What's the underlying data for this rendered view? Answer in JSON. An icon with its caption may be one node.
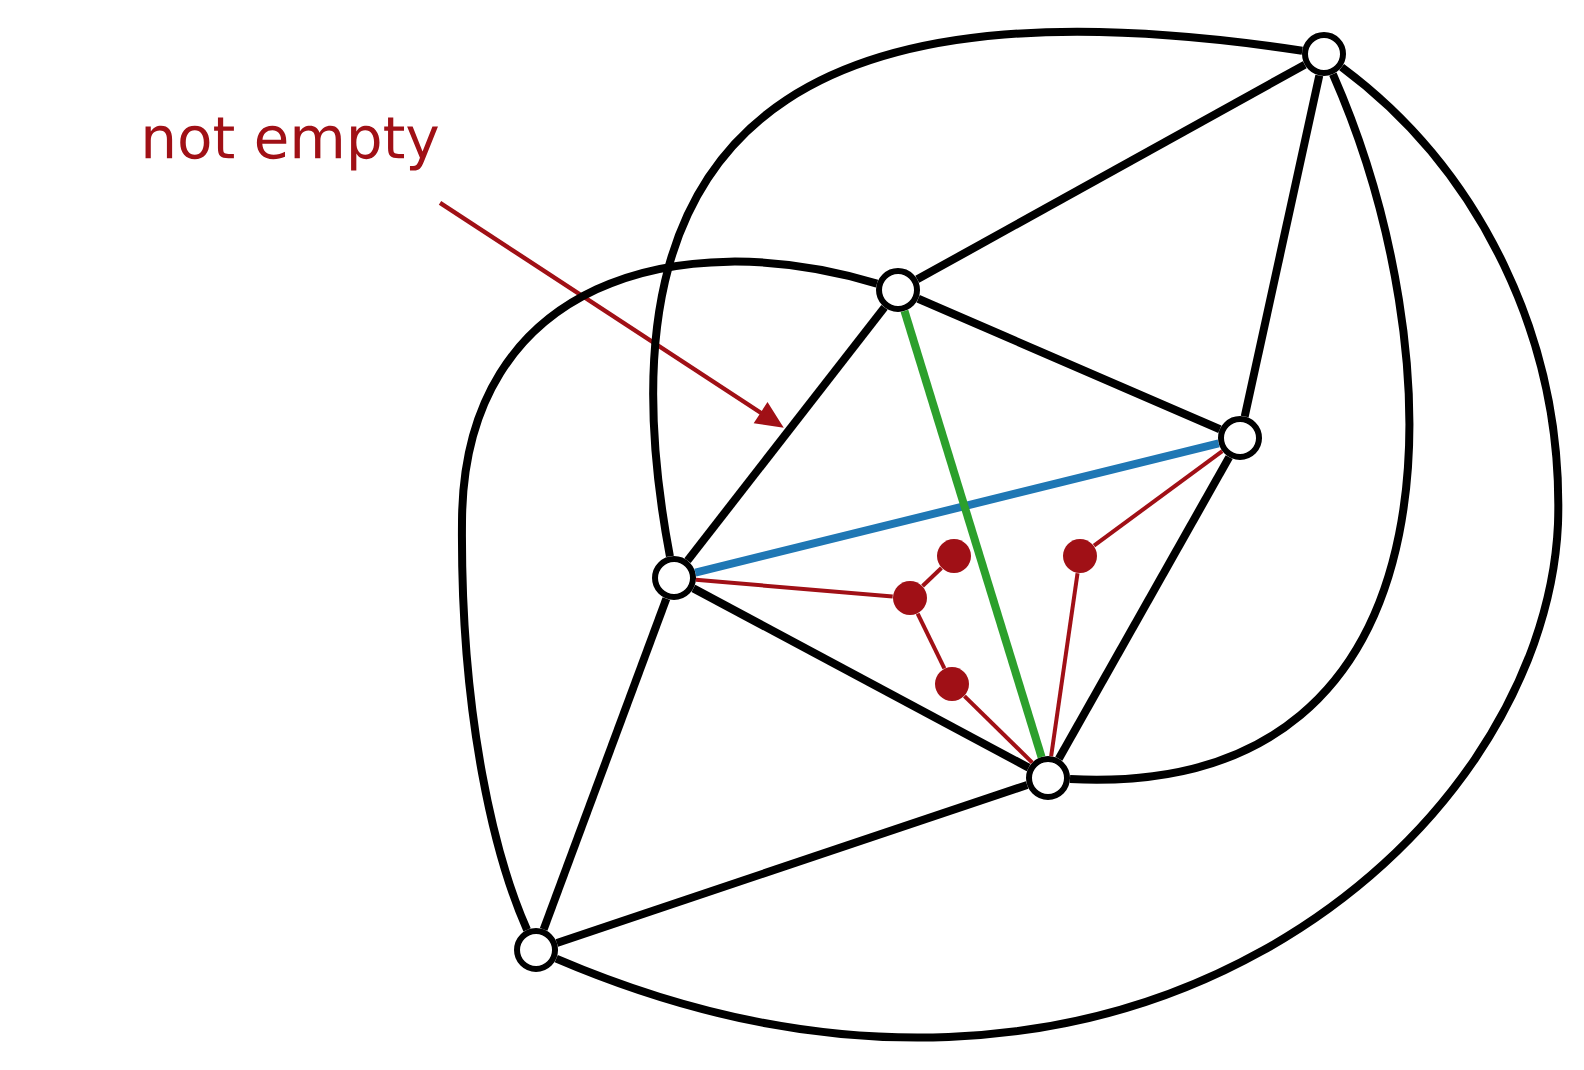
{
  "diagram": {
    "nodes": [
      {
        "text": [
          "not empty"
        ]
      },
      {
        "text": [],
        "shape": "circle"
      },
      {
        "text": [],
        "shape": "circle"
      },
      {
        "text": [],
        "shape": "circle"
      },
      {
        "text": [],
        "shape": "circle"
      },
      {
        "text": [],
        "shape": "circle"
      },
      {
        "text": [],
        "shape": "circle"
      },
      {
        "text": [],
        "shape": "dot"
      },
      {
        "text": [],
        "shape": "dot"
      },
      {
        "text": [],
        "shape": "dot"
      },
      {
        "text": [],
        "shape": "dot"
      }
    ],
    "edges": [
      {
        "from": 0,
        "to": null,
        "arrow": "to",
        "color": "#a01016"
      },
      {
        "from": 1,
        "to": 2,
        "arrow": "none"
      },
      {
        "from": 1,
        "to": 3,
        "arrow": "none"
      },
      {
        "from": 2,
        "to": 3,
        "arrow": "none"
      },
      {
        "from": 2,
        "to": 4,
        "arrow": "none"
      },
      {
        "from": 3,
        "to": 5,
        "arrow": "none"
      },
      {
        "from": 4,
        "to": 5,
        "arrow": "none"
      },
      {
        "from": 4,
        "to": 6,
        "arrow": "none"
      },
      {
        "from": 6,
        "to": 5,
        "arrow": "none"
      },
      {
        "from": 1,
        "to": 4,
        "arrow": "none"
      },
      {
        "from": 2,
        "to": 6,
        "arrow": "none"
      },
      {
        "from": 1,
        "to": 5,
        "arrow": "none"
      },
      {
        "from": 1,
        "to": 6,
        "arrow": "none"
      },
      {
        "from": 4,
        "to": 3,
        "arrow": "none",
        "color": "#1f77b4"
      },
      {
        "from": 2,
        "to": 5,
        "arrow": "none",
        "color": "#2ca02c"
      },
      {
        "from": 4,
        "to": 8,
        "arrow": "none",
        "color": "#a01016"
      },
      {
        "from": 8,
        "to": 7,
        "arrow": "none",
        "color": "#a01016"
      },
      {
        "from": 8,
        "to": 9,
        "arrow": "none",
        "color": "#a01016"
      },
      {
        "from": 9,
        "to": 5,
        "arrow": "none",
        "color": "#a01016"
      },
      {
        "from": 5,
        "to": 10,
        "arrow": "none",
        "color": "#a01016"
      },
      {
        "from": 10,
        "to": 3,
        "arrow": "none",
        "color": "#a01016"
      }
    ]
  }
}
